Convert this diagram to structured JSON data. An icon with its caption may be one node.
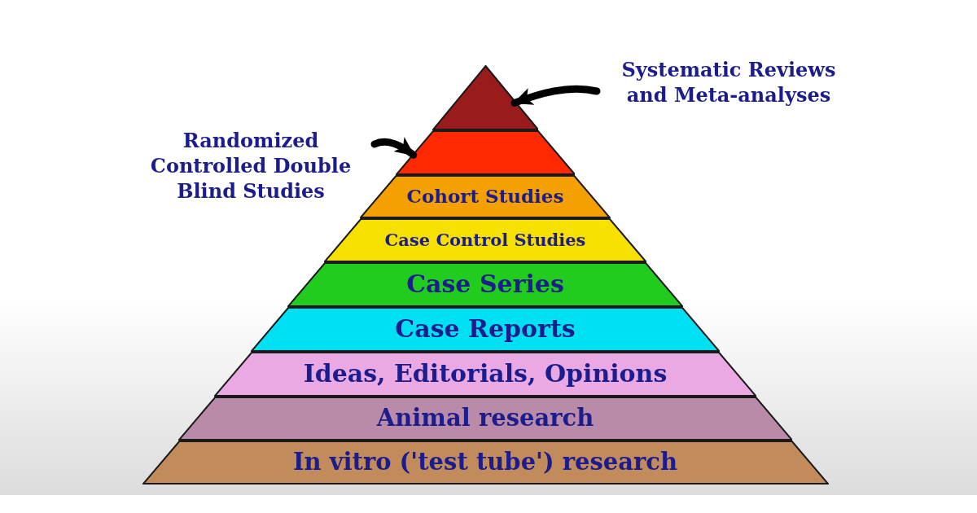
{
  "diagram": {
    "nodes": [
      {
        "text": [
          "Systematic Reviews and Meta-analyses"
        ]
      },
      {
        "text": [],
        "shape": "triangle"
      },
      {
        "text": [
          "Randomized Controlled Double Blind Studies"
        ]
      },
      {
        "text": [],
        "shape": "trapezoid"
      },
      {
        "text": [
          "Cohort Studies"
        ]
      },
      {
        "text": [
          "Case Control Studies"
        ]
      },
      {
        "text": [
          "Case Series"
        ]
      },
      {
        "text": [
          "Case Reports"
        ]
      },
      {
        "text": [
          "Ideas, Editorials, Opinions"
        ]
      },
      {
        "text": [
          "Animal research"
        ]
      },
      {
        "text": [
          "In vitro ('test tube') research"
        ]
      }
    ],
    "edges": [
      {
        "from": 0,
        "to": 1,
        "arrow": "to"
      },
      {
        "from": 2,
        "to": 3,
        "arrow": "to"
      }
    ]
  }
}
